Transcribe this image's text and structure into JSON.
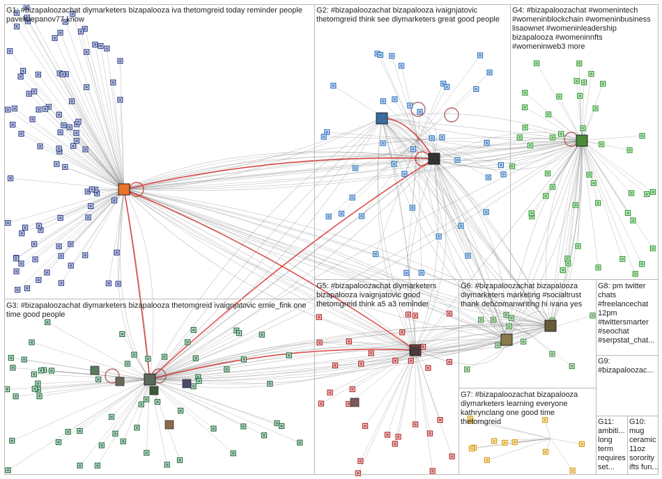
{
  "groups": [
    {
      "id": "G1",
      "label": "G1: #bizapaloozachat diymarketers bizapalooza iva thetomgreid today reminder people pavelstepanov77 know",
      "color": "#1f3f8f"
    },
    {
      "id": "G2",
      "label": "G2: #bizapaloozachat bizapalooza ivaignjatovic thetomgreid think see diymarketers great good people",
      "color": "#1f6fbf"
    },
    {
      "id": "G3",
      "label": "G3: #bizapaloozachat diymarketers bizapalooza thetomgreid ivaignjatovic ernie_fink one time good people",
      "color": "#1a7a3a"
    },
    {
      "id": "G4",
      "label": "G4: #bizapaloozachat #womenintech #womeninblockchain #womeninbusiness lisaownet #womeninleadership bizapalooza #womeninnfts #womeninweb3 more",
      "color": "#2aa02a"
    },
    {
      "id": "G5",
      "label": "G5: #bizapaloozachat diymarketers bizapalooza ivaignjatovic good thetomgreid think a5 a3 reminder",
      "color": "#b22020"
    },
    {
      "id": "G6",
      "label": "G6: #bizapaloozachat bizapalooza diymarketers marketing #socialtrust thank debcomanwriting hi ivana yes",
      "color": "#2a8a2a"
    },
    {
      "id": "G7",
      "label": "G7: #bizapaloozachat bizapalooza diymarketers learning everyone kathrynclang one good time thetomgreid",
      "color": "#d49a00"
    },
    {
      "id": "G8",
      "label": "G8: pm twitter chats #freelancechat 12pm #twittersmarter #seochat #serpstat_chat...",
      "color": "#6a6a6a"
    },
    {
      "id": "G9",
      "label": "G9: #bizapaloozac...",
      "color": "#a0206a"
    },
    {
      "id": "G10",
      "label": "G10: mug ceramic 11oz sorority ifts fun...",
      "color": "#444"
    },
    {
      "id": "G11",
      "label": "G11: ambiti... long term requires set...",
      "color": "#444"
    }
  ],
  "colors": {
    "edge": "#8a8a8a",
    "edge_strong": "#d42020",
    "box_border": "#b8b8b8"
  },
  "hubs": [
    {
      "id": "bizapalooza",
      "group": "G1",
      "icon": "hub-avatar-orange"
    },
    {
      "id": "ivaignjatovic",
      "group": "G2",
      "icon": "hub-avatar-dark"
    },
    {
      "id": "lisaownet",
      "group": "G4",
      "icon": "hub-avatar-green"
    },
    {
      "id": "diymarketers",
      "group": "G3",
      "icon": "hub-avatar-photo"
    }
  ]
}
